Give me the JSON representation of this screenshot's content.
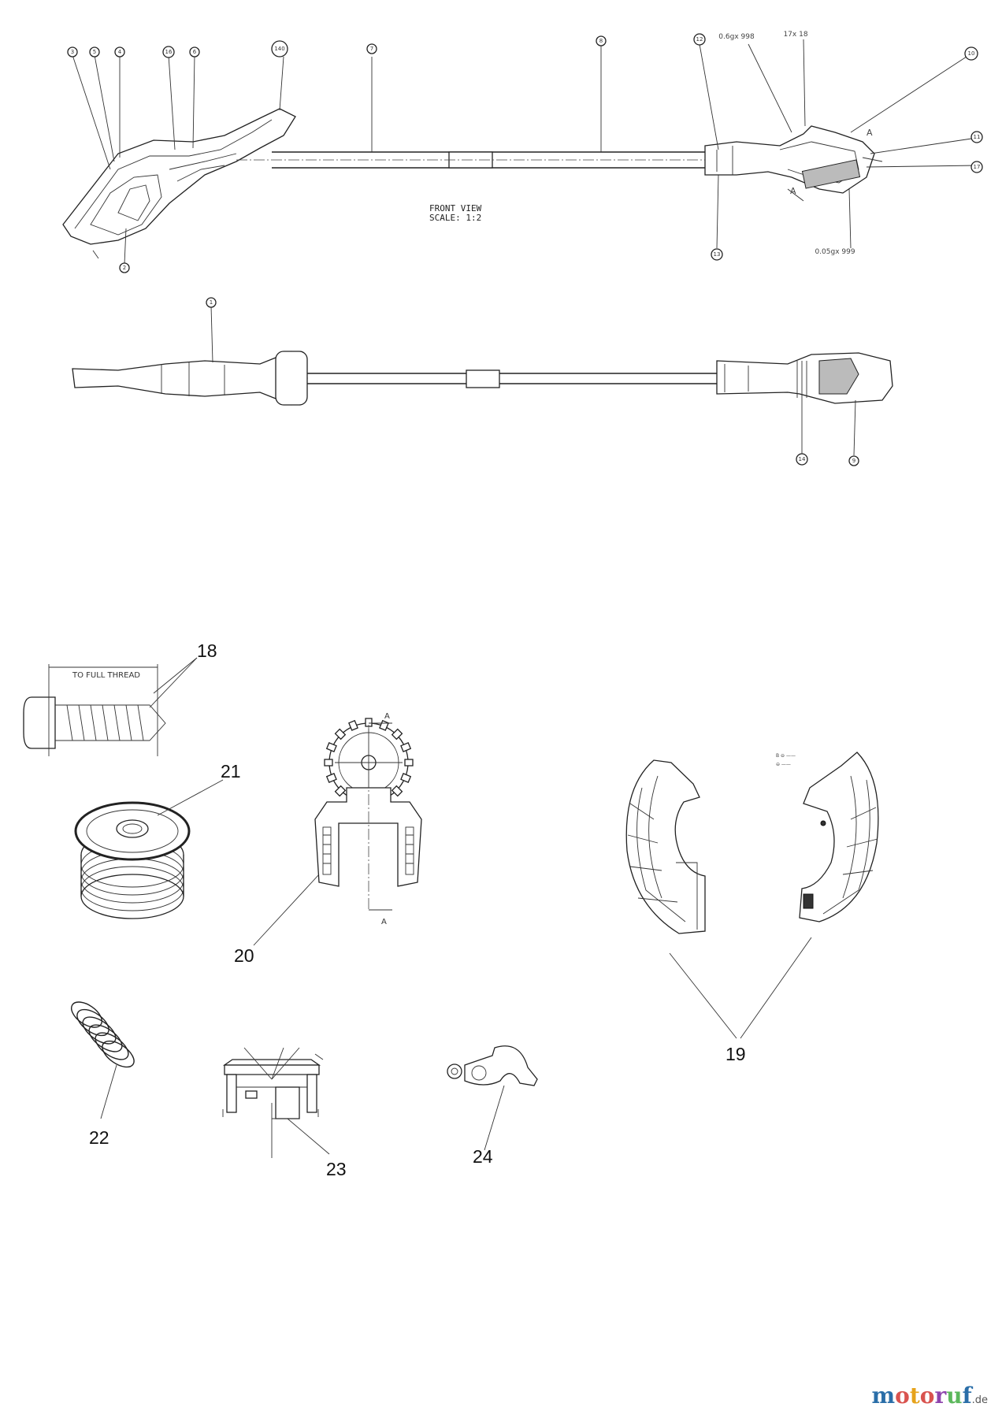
{
  "drawing": {
    "view_note_line1": "FRONT VIEW",
    "view_note_line2": "SCALE:  1:2",
    "screw_note": "TO FULL THREAD",
    "section_marker": "A",
    "top_labels": {
      "l3": "3",
      "l5": "5",
      "l4": "4",
      "l16": "16",
      "l6": "6",
      "l140": "140",
      "l7": "7",
      "l8": "8",
      "l12": "12",
      "l998": "0.6gx 998",
      "l18": "17x 18",
      "l10": "10",
      "l11": "11",
      "l17": "17",
      "l13": "13",
      "l999": "0.05gx 999",
      "l2": "2",
      "l1": "1",
      "l14": "14",
      "l9": "9"
    },
    "part_labels": {
      "p18": "18",
      "p21": "21",
      "p20": "20",
      "p19": "19",
      "p22": "22",
      "p23": "23",
      "p24": "24"
    }
  },
  "brand": {
    "m": "m",
    "o1": "o",
    "t": "t",
    "o2": "o",
    "r": "r",
    "u": "u",
    "f": "f",
    "de": ".de"
  }
}
